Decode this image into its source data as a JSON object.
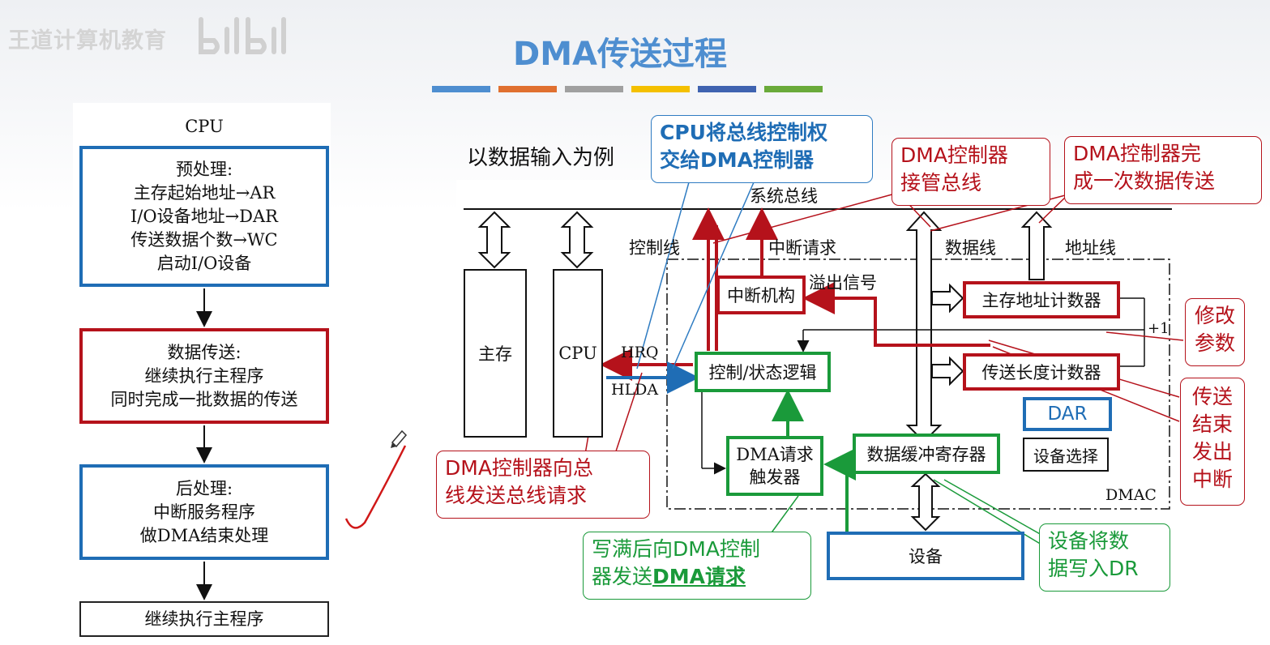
{
  "watermark": {
    "brand": "王道计算机教育"
  },
  "title": "DMA传送过程",
  "stripe_colors": [
    "#4e8ed0",
    "#e07030",
    "#a0a0a0",
    "#f4c000",
    "#3f63b0",
    "#6aaa3a"
  ],
  "flowchart": {
    "cpu_label": "CPU",
    "preprocess": [
      "预处理:",
      "主存起始地址→AR",
      "I/O设备地址→DAR",
      "传送数据个数→WC",
      "启动I/O设备"
    ],
    "transfer": [
      "数据传送:",
      "继续执行主程序",
      "同时完成一批数据的传送"
    ],
    "postprocess": [
      "后处理:",
      "中断服务程序",
      "做DMA结束处理"
    ],
    "continue": "继续执行主程序"
  },
  "diagram": {
    "example_text": "以数据输入为例",
    "system_bus": "系统总线",
    "control_line": "控制线",
    "interrupt_request": "中断请求",
    "data_line": "数据线",
    "address_line": "地址线",
    "overflow_signal": "溢出信号",
    "memory": "主存",
    "cpu": "CPU",
    "hrq": "HRQ",
    "hlda": "HLDA",
    "interrupt_unit": "中断机构",
    "control_logic": "控制/状态逻辑",
    "addr_counter": "主存地址计数器",
    "length_counter": "传送长度计数器",
    "plus_one": "+1",
    "dar": "DAR",
    "device_select": "设备选择",
    "dma_request_trigger": [
      "DMA请求",
      "触发器"
    ],
    "data_buffer": "数据缓冲寄存器",
    "dmac": "DMAC",
    "device": "设备"
  },
  "callouts": {
    "cpu_gives_bus": [
      "CPU将总线控制权",
      "交给DMA控制器"
    ],
    "dma_takes_bus": [
      "DMA控制器",
      "接管总线"
    ],
    "dma_one_transfer": [
      "DMA控制器完",
      "成一次数据传送"
    ],
    "modify_params": [
      "修改",
      "参数"
    ],
    "transfer_end_interrupt": [
      "传送",
      "结束",
      "发出",
      "中断"
    ],
    "dma_bus_request": [
      "DMA控制器向总",
      "线发送总线请求"
    ],
    "write_full_request": [
      "写满后向DMA控制",
      "器发送"
    ],
    "write_full_request_em": "DMA请求",
    "device_writes_dr": [
      "设备将数",
      "据写入DR"
    ]
  },
  "colors": {
    "blue": "#1f6db5",
    "red": "#b5121b",
    "green": "#1a9a3a",
    "callout_blue": "#2f7cc2"
  }
}
